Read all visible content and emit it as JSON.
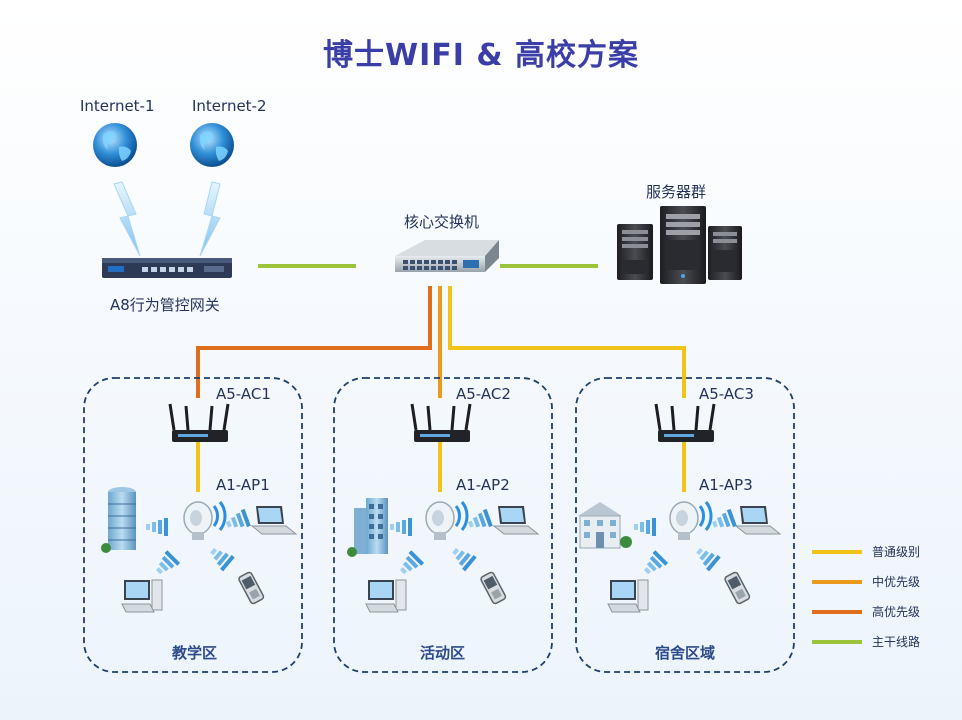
{
  "title": "博士WIFI & 高校方案",
  "internet": [
    {
      "label": "Internet-1"
    },
    {
      "label": "Internet-2"
    }
  ],
  "gateway": {
    "label": "A8行为管控网关"
  },
  "core_switch": {
    "label": "核心交换机"
  },
  "servers": {
    "label": "服务器群"
  },
  "zones": [
    {
      "ac": "A5-AC1",
      "ap": "A1-AP1",
      "name": "教学区"
    },
    {
      "ac": "A5-AC2",
      "ap": "A1-AP2",
      "name": "活动区"
    },
    {
      "ac": "A5-AC3",
      "ap": "A1-AP3",
      "name": "宿舍区域"
    }
  ],
  "legend": [
    {
      "label": "普通级别",
      "color": "#f2c318"
    },
    {
      "label": "中优先级",
      "color": "#ec9a1e"
    },
    {
      "label": "高优先级",
      "color": "#df6f1c"
    },
    {
      "label": "主干线路",
      "color": "#9cc43a"
    }
  ],
  "icons": [
    "globe-icon",
    "lightning-icon",
    "gateway-device-icon",
    "switch-icon",
    "server-icon",
    "router-icon",
    "access-point-icon",
    "building-icon",
    "laptop-icon",
    "desktop-icon",
    "phone-icon",
    "wifi-signal-icon"
  ]
}
